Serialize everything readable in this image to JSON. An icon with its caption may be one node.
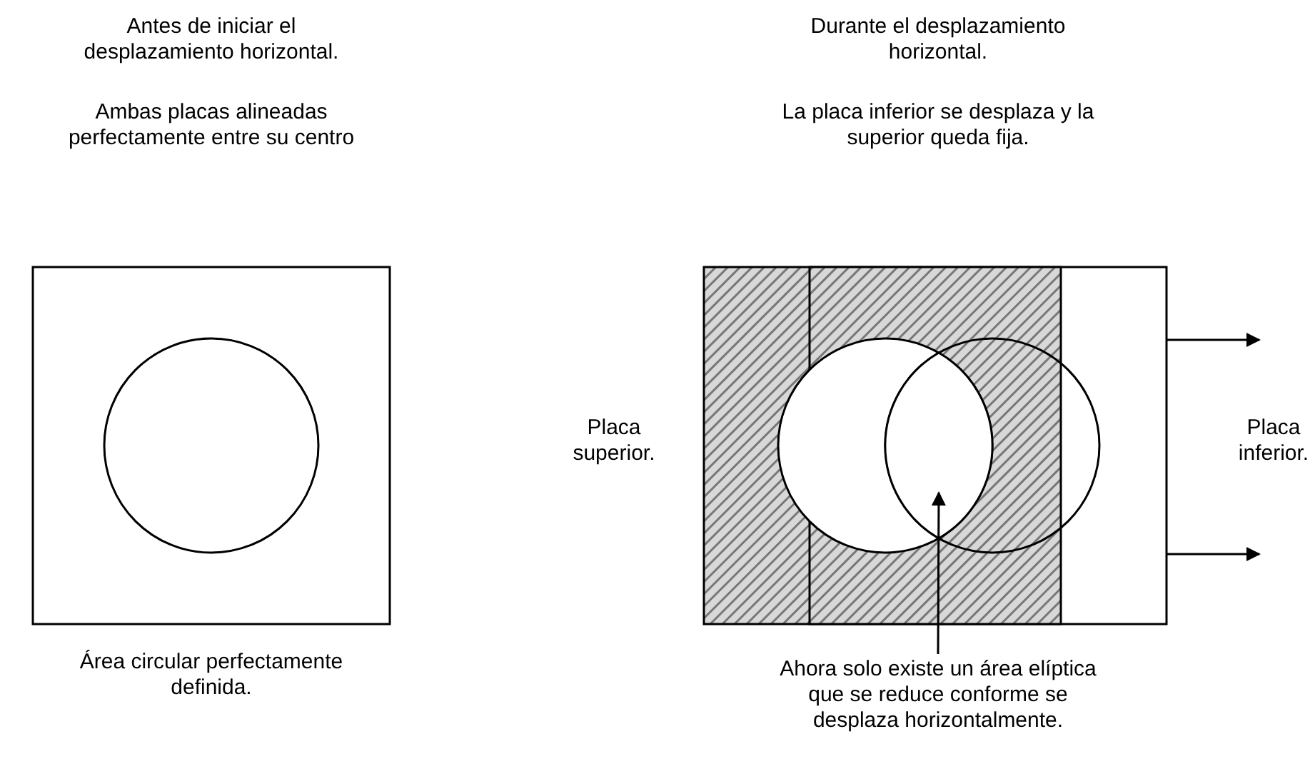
{
  "diagram": {
    "nodes": [
      {
        "text": [
          "Ahora solo existe un área elíptica que se reduce conforme se desplaza horizontalmente."
        ]
      },
      {
        "text": [],
        "shape": "ellipse"
      }
    ],
    "edges": [
      {
        "from": 0,
        "to": 1,
        "arrow": "to"
      }
    ],
    "labels": [
      "Antes de iniciar el desplazamiento horizontal.",
      "Durante el desplazamiento horizontal.",
      "Ambas placas alineadas perfectamente entre su centro",
      "La placa inferior se desplaza y la superior queda fija.",
      "Placa superior.",
      "Placa inferior.",
      "Área circular perfectamente definida."
    ]
  }
}
